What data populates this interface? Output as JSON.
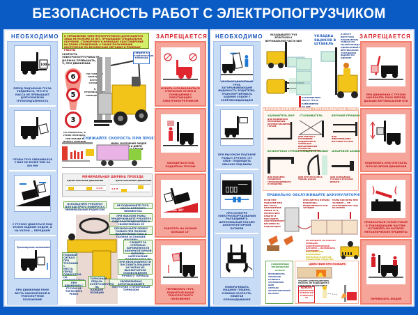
{
  "header": {
    "title": "БЕЗОПАСНОСТЬ РАБОТ С ЭЛЕКТРОПОГРУЗЧИКОМ"
  },
  "colors": {
    "background_blue": "#0a5cc4",
    "necessary_blue": "#1a55b8",
    "forbidden_red": "#d8222a",
    "card_blue": "#c9dcf5",
    "card_red": "#f6a59a",
    "accent_yellow": "#f2c318",
    "warn_green": "#d4ef6a"
  },
  "left_sheet": {
    "necessary_header": "НЕОБХОДИМО",
    "forbidden_header": "ЗАПРЕЩАЕТСЯ",
    "necessary_cards": [
      {
        "icon": "forklift-weight-icon",
        "badge": "100 кг",
        "caption": "Перед подъемом груза убедиться, что его масса не превышает допускаемую грузоподъемность"
      },
      {
        "icon": "forklift-lower-load-icon",
        "caption": "Чтобы груз свешивался с вил не более чем на 300 мм"
      },
      {
        "icon": "forklift-slope-icon",
        "caption": "С грузом двигаться под уклон задним ходом, а на уклон — передним"
      },
      {
        "icon": "forklift-transport-position-icon",
        "label": "Транспортное положение",
        "caption": "При движении раму весть наклонённой в транспортное положение"
      }
    ],
    "top_warning": "К управлению электропогрузчиком допускаются лица не моложе 18 лет, прошедшие специальное обучение, стажировку и имеющие удостоверение на право управления, а также получившие инструктаж по безопасным методам и приемам работы",
    "speed": {
      "title": "Скорость электропогрузчика не должна превышать, км/ч, при движении:",
      "signs": [
        {
          "value": "6",
          "note": "По главным проездам внутри складов"
        },
        {
          "value": "5",
          "note": "В производственных помещениях"
        },
        {
          "value": "3",
          "note": "На поворотах, в узких проездах, при въезде в ворота складов"
        }
      ],
      "callout": "Следите за надёжностью тормозов"
    },
    "reduce_speed": {
      "title": "Снижайте скорость при проезде:",
      "items": [
        "Мимо скоплений людей",
        "Через ворота и двери",
        "Около ворот и дверей"
      ]
    },
    "min_width": {
      "title": "Минимальная ширина проезда",
      "one_way": "Одностороннее движение",
      "two_way": "Двухстороннее движение",
      "one_way_value": "3,2 м",
      "two_way_value": "3,8 м"
    },
    "control_notes": [
      "Используйте рукоятку для быстрого поворота с минимальным радиусом",
      "Не поднимайте груз, масса которого неизвестна",
      "При наклоне рамы придерживайте рукоятку гидрораспределителя и своевременно её отпускайте",
      "Переключайте реверс только при полном выключении тока и полной остановке машины",
      "Следите за степенью заряженности аккумуляторной батареи: напряжение должно быть не менее 38 В",
      "При необходимости поставить машину на уклон из выключателя освобождения ручного тормоза",
      "Своевременно затормаживайте погрузчик ступенчатым тормозом",
      "Тормозная педаль контролируйте на каждой позиции",
      "Подавай сигнал: при трогании с места, перед поворотом, на перекрёстках",
      "При движении с грузом не тормозить резко"
    ],
    "forbidden_cards": [
      {
        "icon": "no-smoking-forklift-icon",
        "caption": "Курить и пользоваться открытым огнем в помещении с работающим электропогрузчиком"
      },
      {
        "icon": "person-under-load-icon",
        "caption": "Находиться под поднятым грузом"
      },
      {
        "icon": "slope-over-10-icon",
        "badge": "Более 10°",
        "caption": "Работать на уклоне больше 10°"
      },
      {
        "icon": "raised-load-transport-icon",
        "caption": "Перевозить груз, поднятый выше транспортного положения"
      }
    ]
  },
  "right_sheet": {
    "necessary_header": "НЕОБХОДИМО",
    "forbidden_header": "ЗАПРЕЩАЕТСЯ",
    "necessary_cards": [
      {
        "icon": "forklift-tall-load-icon",
        "caption": "Крупногабаритный груз, загораживающий видимость водителю, транспортировать задним ходом с сопровождающим"
      },
      {
        "icon": "forklift-high-load-icon",
        "caption": "При высоком подъеме рамы с грузом «от себя» подводить обычно под вилы"
      },
      {
        "icon": "plug-disconnect-icon",
        "caption": "При осмотре электрооборудования разъединить штепсельный разъем аккумуляторной батареи"
      },
      {
        "icon": "forklift-front-view-icon",
        "caption": "Поворачивать машину плавно, снижая скорость, избегая опрокидывания"
      }
    ],
    "stacking": {
      "place_label": "Укладывайте груз вплотную к вертикальной части вил",
      "title": "Укладка ящиков в штабель",
      "rules": [
        "К месту выгрузки подаваемых только на малой передаче",
        "Одинаковый ряд вертикально",
        "Укладывая ящики по одному"
      ],
      "distribute": "Распределите массу груза равномерно на обе вилы"
    },
    "attachments": {
      "title": "Используйте сменные грузозахватные приспособления:",
      "items": [
        {
          "name": "Удлинитель вил",
          "desc": "Для надёжного перемещения крупногабаритных грузов"
        },
        {
          "name": "Сталкиватель",
          "desc": "Для работы с грузовыми поддонами и тарой для выравнивания грузов на свободном ходу"
        },
        {
          "name": "Верхний прижим",
          "desc": "Для фиксирования штучных грузов"
        },
        {
          "name": "Безблочная стрела",
          "desc": "Для подъема сложного грузоподъёмного устройства"
        },
        {
          "name": "Клещевой захват",
          "desc": "Для круглого леса, тюков, досок"
        },
        {
          "name": "Штыревой захват",
          "desc": "Для кольцевых грузов и рулонов бумаги"
        }
      ]
    },
    "battery": {
      "title": "Правильно обслуживайте аккумуляторную батарею",
      "left_note": "Если при подъеме вил без груза напряжение менее 37 В, прекратить работу и поставить аккумуляторную батарею на подзарядку",
      "mid_note": "Опасайтесь взрыва водорода, выделяемого при зарядке",
      "right_note": "Пары кислоты при зарядке — не наклоняйтесь над батареей",
      "warning": "Не кладите на корпус провода аккумуляторной батареи — возможно искрение",
      "protective": "Используйте резиновые перчатки и другие защитные средства"
    },
    "tech_check": {
      "title": "Ежедневный технический осмотр",
      "items": [
        "Исправность тормозов",
        "Рулевого управления",
        "Шин",
        "Сигнала",
        "Аккумуляторной батареи"
      ]
    },
    "fire": {
      "title": "Действия при пожаре",
      "note": "Тушите огнетушителем, песком, не подходите к горящему погрузчику",
      "call_box": "Вызвать пожарную охрану по телефону 01"
    },
    "forbidden_cards": [
      {
        "icon": "tilt-forward-load-icon",
        "caption": "При движении с грузом наклонять раму вперед дальше вертикальной оси"
      },
      {
        "icon": "lift-lower-moving-icon",
        "caption": "Поднимать или опускать груз во время движения"
      },
      {
        "icon": "battery-touch-icon",
        "caption": "Прикасаться голой рукой к токоведущим частям, оставлять на батарее металлические предметы"
      },
      {
        "icon": "carry-people-icon",
        "caption": "Перевозить людей"
      }
    ]
  }
}
